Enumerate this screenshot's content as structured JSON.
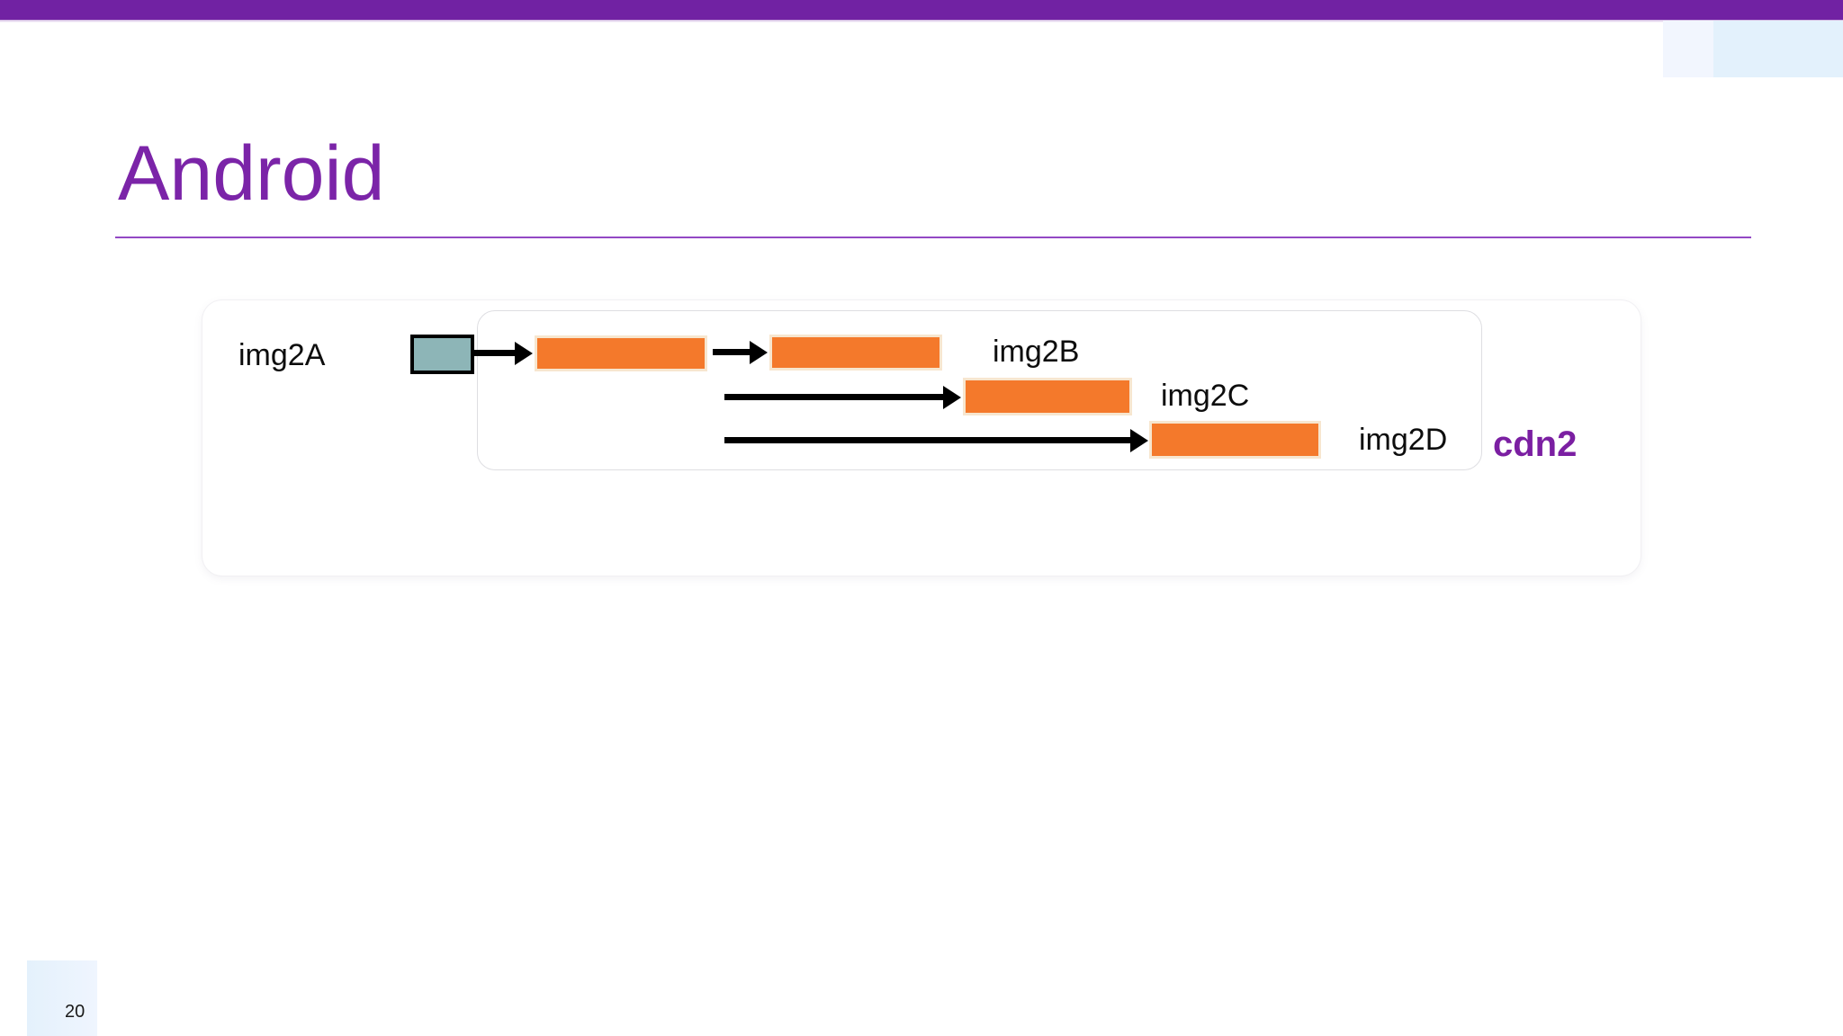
{
  "slide": {
    "title": "Android",
    "page_number": "20",
    "accent_color": "#7122A3",
    "title_color": "#7B24A8",
    "rule_color": "#9348C4"
  },
  "decor": {
    "top_right_square_a_color": "#E3F1FC",
    "top_right_square_b_color": "#F2F6FE",
    "page_chip_color": "#E4F1FC"
  },
  "diagram": {
    "source_block": {
      "name": "source-block",
      "fill_color": "#8DB5B7",
      "border_color": "#000000"
    },
    "bar_color": "#F4792B",
    "bar_border_color": "#F7E6CF",
    "arrow_color": "#000000",
    "group_label": "cdn2",
    "group_label_color": "#7B1FA2",
    "rows": [
      {
        "label": "img2A",
        "name": "row-img2a"
      },
      {
        "label": "img2B",
        "name": "row-img2b"
      },
      {
        "label": "img2C",
        "name": "row-img2c"
      },
      {
        "label": "img2D",
        "name": "row-img2d"
      }
    ]
  }
}
